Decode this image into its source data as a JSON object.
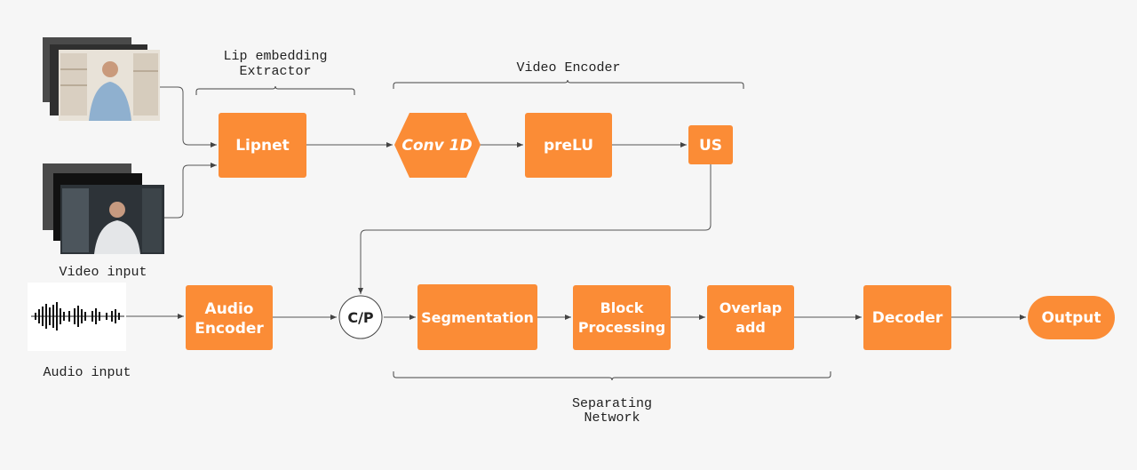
{
  "labels": {
    "lip_extractor_1": "Lip embedding",
    "lip_extractor_2": "Extractor",
    "video_encoder": "Video Encoder",
    "video_input": "Video input",
    "audio_input": "Audio input",
    "separating_1": "Separating",
    "separating_2": "Network"
  },
  "blocks": {
    "lipnet": "Lipnet",
    "conv1d": "Conv 1D",
    "prelu": "preLU",
    "us": "US",
    "audio_encoder_1": "Audio",
    "audio_encoder_2": "Encoder",
    "cp": "C/P",
    "segmentation": "Segmentation",
    "block_processing_1": "Block",
    "block_processing_2": "Processing",
    "overlap_add_1": "Overlap",
    "overlap_add_2": "add",
    "decoder": "Decoder",
    "output": "Output"
  },
  "colors": {
    "block": "#fb8c36",
    "text": "#ffffff",
    "background": "#f6f6f6"
  }
}
